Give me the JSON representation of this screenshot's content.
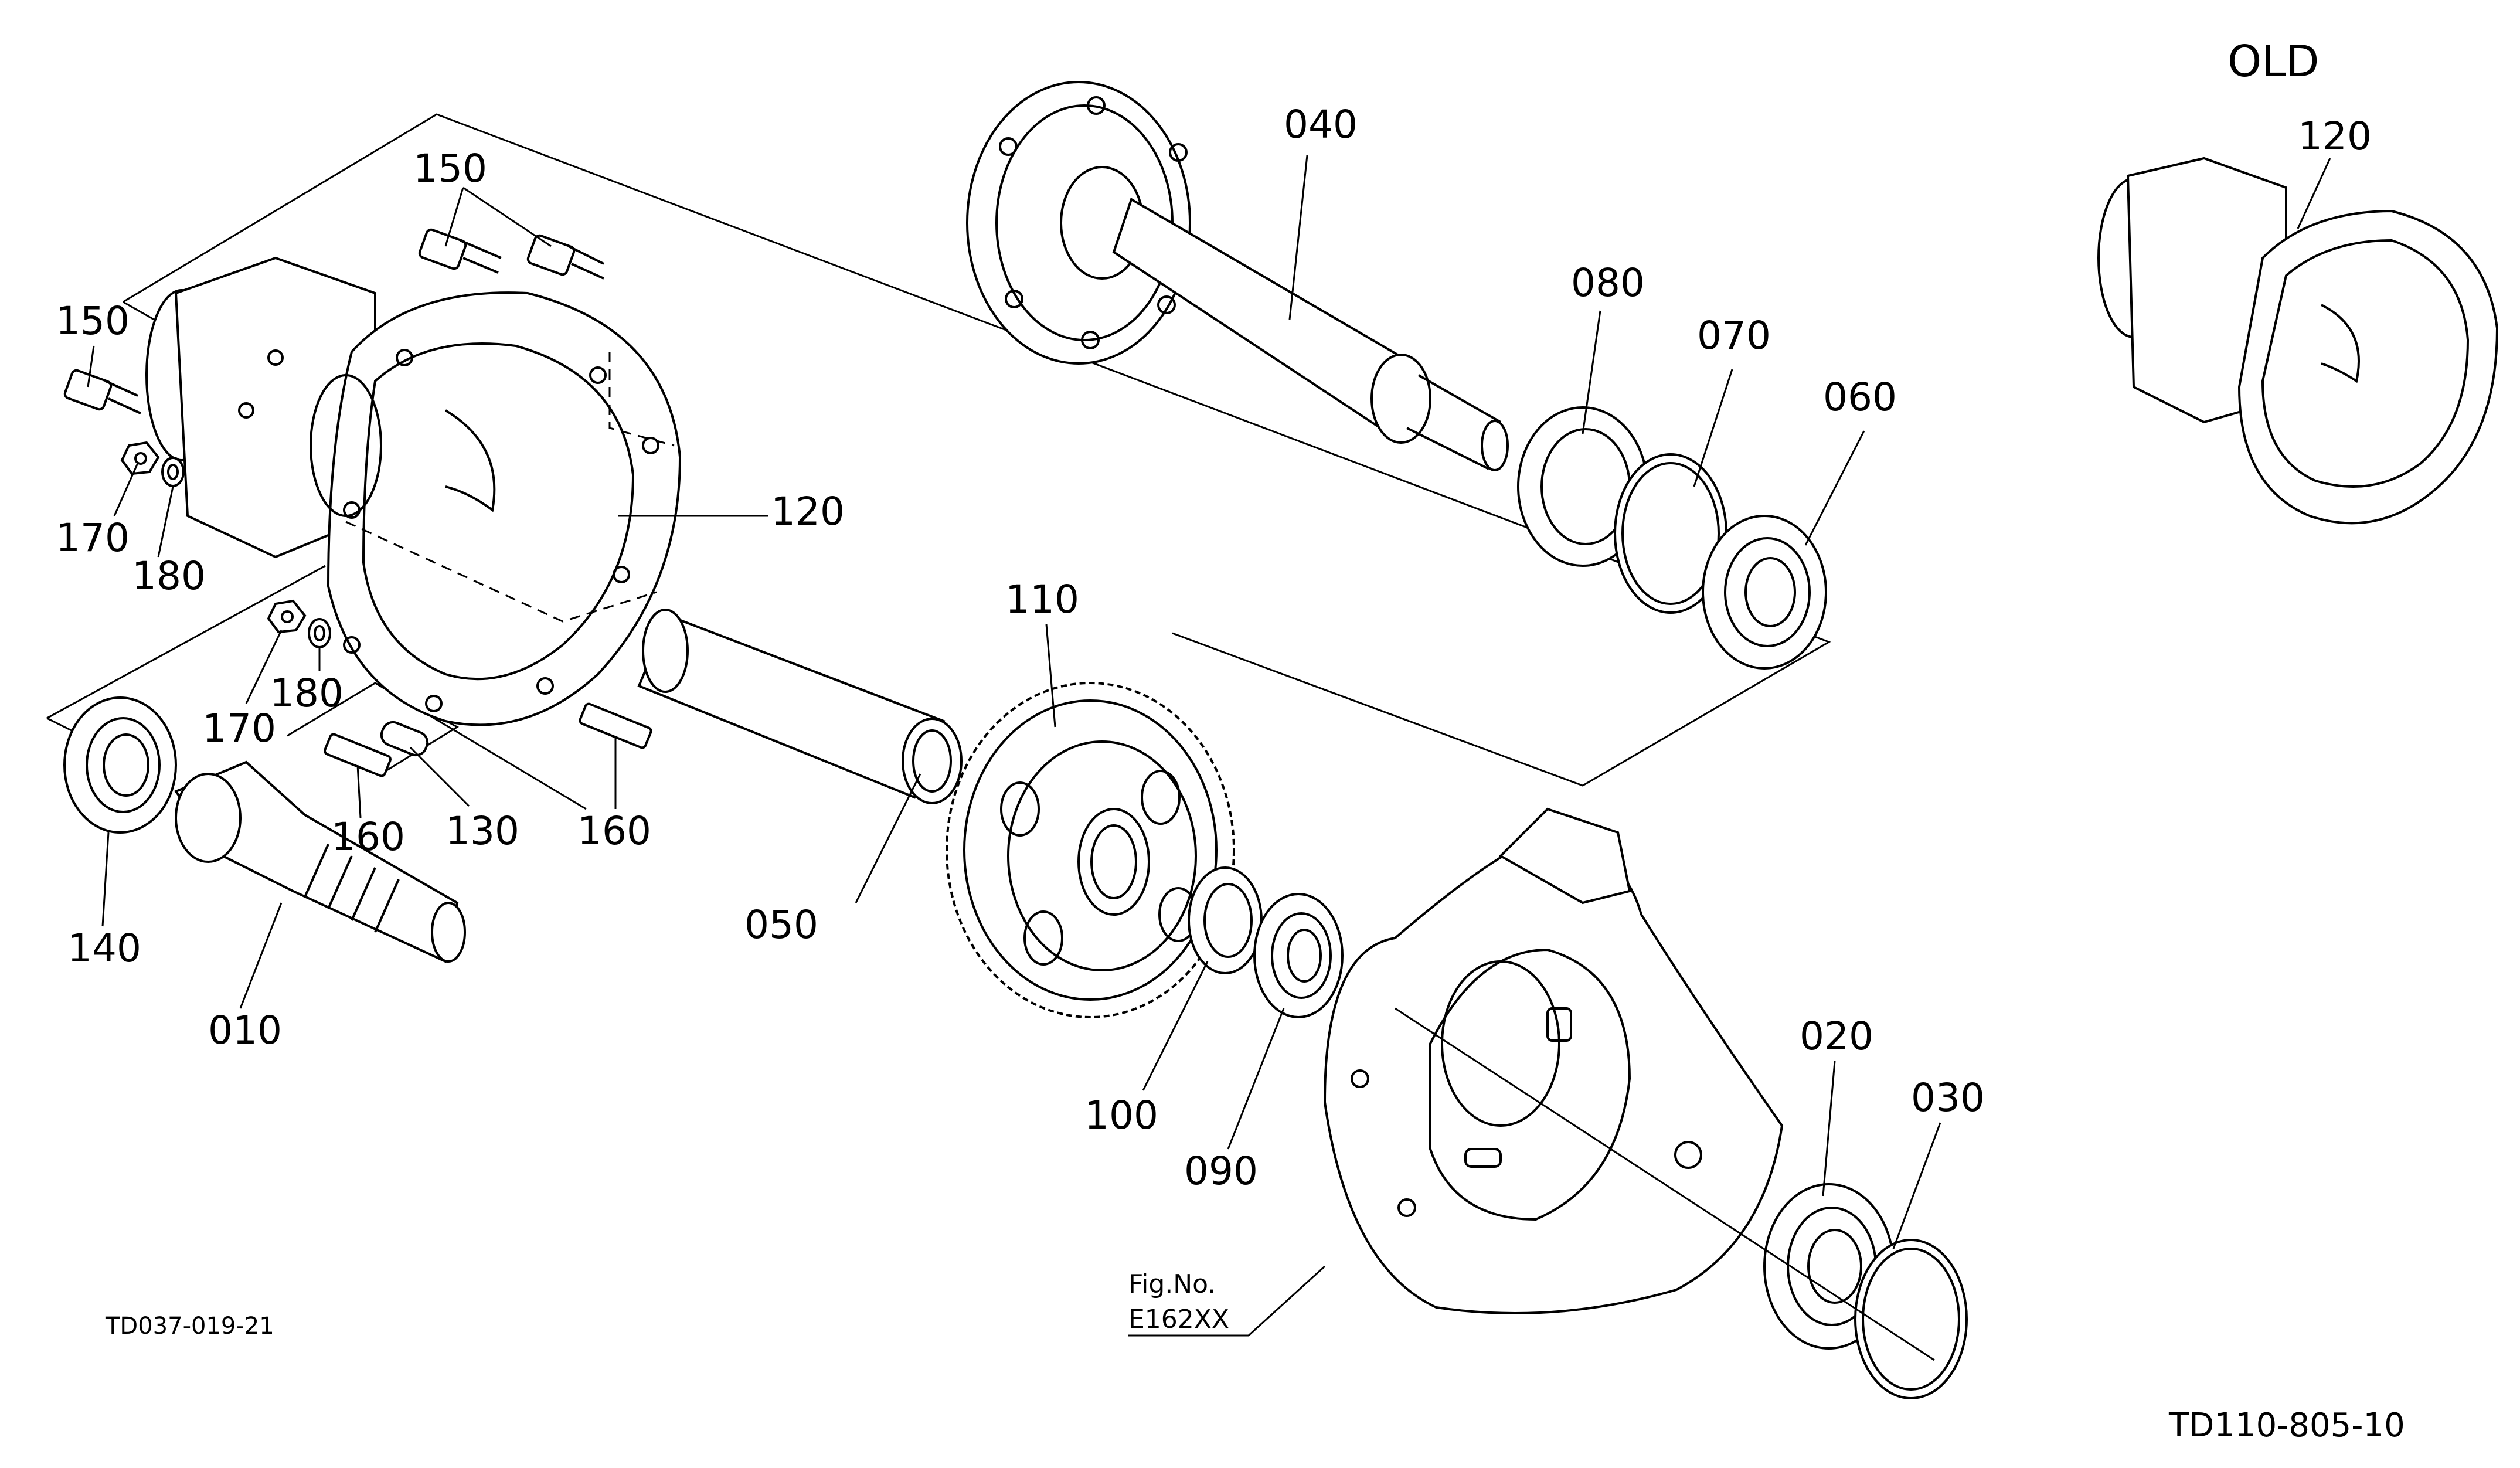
{
  "header": {
    "title": "OLD"
  },
  "codes": {
    "left": "TD037-019-21",
    "right": "TD110-805-10"
  },
  "figure_ref": {
    "line1": "Fig.No.",
    "line2": "E162XX"
  },
  "callouts": {
    "p010": "010",
    "p020": "020",
    "p030": "030",
    "p040": "040",
    "p050": "050",
    "p060": "060",
    "p070": "070",
    "p080": "080",
    "p090": "090",
    "p100": "100",
    "p110": "110",
    "p120": "120",
    "p120_old": "120",
    "p130": "130",
    "p140": "140",
    "p150_top": "150",
    "p150_left": "150",
    "p160_left": "160",
    "p160_right": "160",
    "p170_top": "170",
    "p170_mid": "170",
    "p180_top": "180",
    "p180_mid": "180"
  }
}
